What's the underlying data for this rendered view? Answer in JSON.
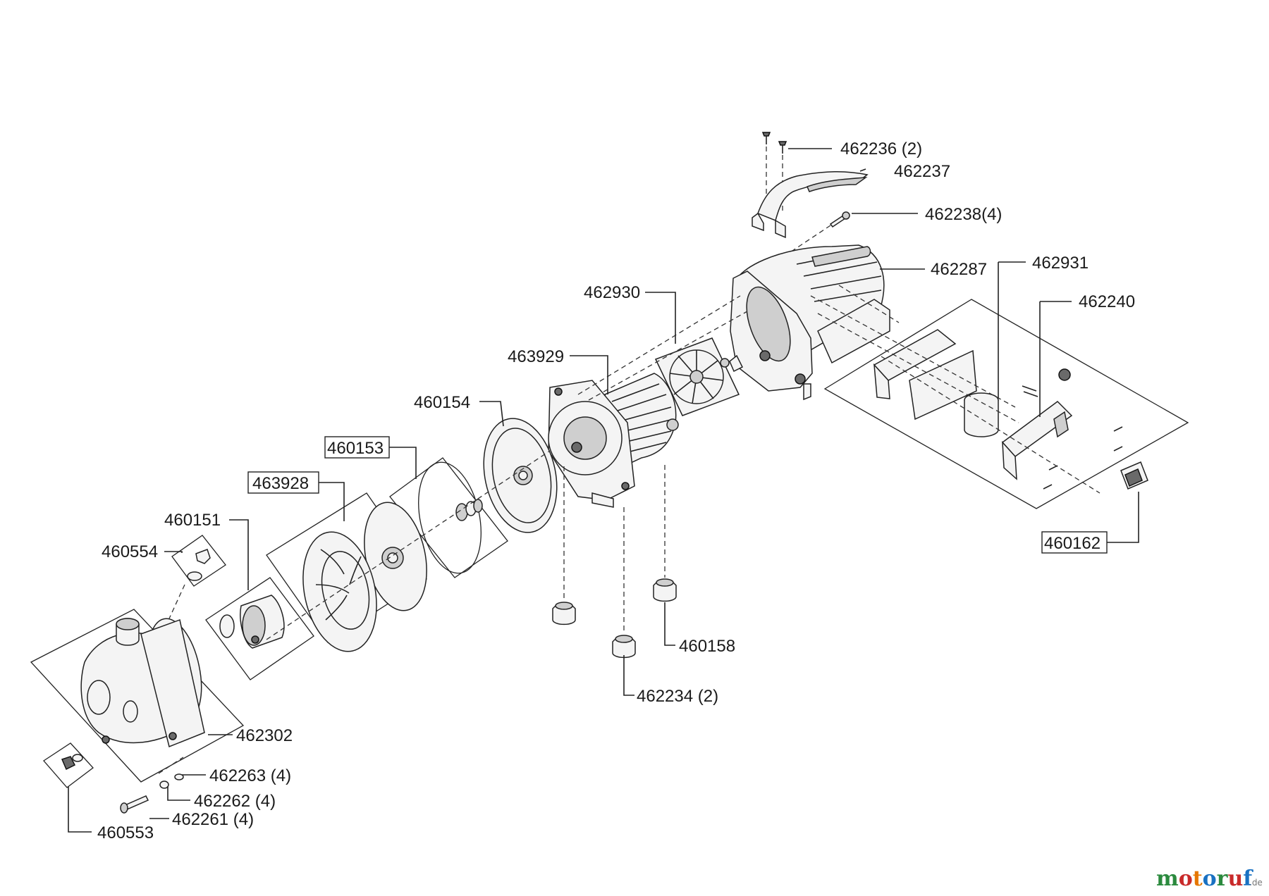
{
  "labels": {
    "p462236": "462236 (2)",
    "p462237": "462237",
    "p462238": "462238(4)",
    "p462287": "462287",
    "p462931": "462931",
    "p462930": "462930",
    "p462240": "462240",
    "p463929": "463929",
    "p460154": "460154",
    "p460153": "460153",
    "p463928": "463928",
    "p460151": "460151",
    "p460554": "460554",
    "p460162": "460162",
    "p460158": "460158",
    "p462234": "462234 (2)",
    "p462302": "462302",
    "p462263": "462263 (4)",
    "p462262": "462262 (4)",
    "p460553": "460553",
    "p462261": "462261 (4)"
  },
  "watermark": {
    "brand": "motoruf",
    "tld": ".de",
    "colors": [
      "#2b8a3e",
      "#c92a2a",
      "#e67700",
      "#1971c2",
      "#2b8a3e",
      "#c92a2a",
      "#1971c2"
    ]
  }
}
